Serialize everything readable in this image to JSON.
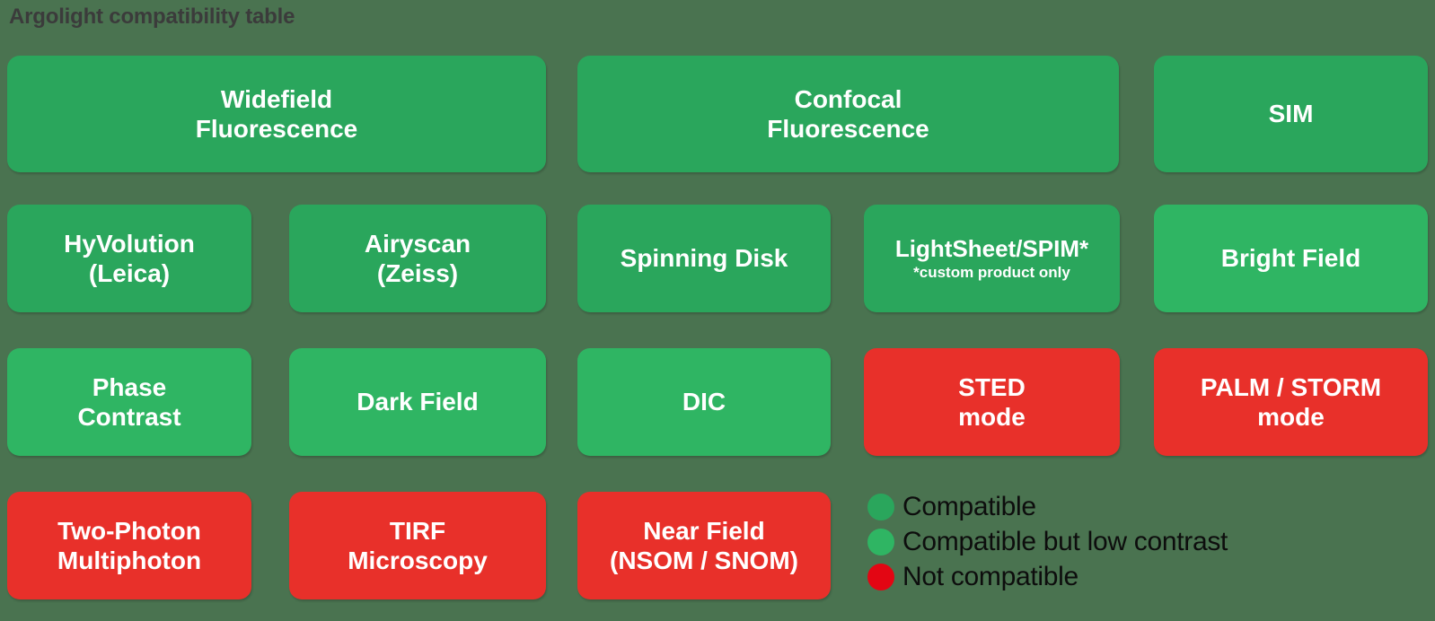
{
  "page": {
    "title": "Argolight compatibility table",
    "background_color": "#4a7350"
  },
  "colors": {
    "compatible": "#2aa65c",
    "compatible_low_contrast": "#2fb563",
    "not_compatible": "#e8302a",
    "text_on_box": "#ffffff",
    "title_color": "#3b3b3b",
    "legend_text_color": "#0d0d0d"
  },
  "rows": [
    {
      "name": "header-row",
      "cells": [
        {
          "line1": "Widefield",
          "line2": "Fluorescence",
          "status": "compatible"
        },
        {
          "line1": "Confocal",
          "line2": "Fluorescence",
          "status": "compatible"
        },
        {
          "line1": "SIM",
          "line2": "",
          "status": "compatible"
        }
      ]
    },
    {
      "name": "techniques-row-1",
      "cells": [
        {
          "line1": "HyVolution",
          "line2": "(Leica)",
          "status": "compatible"
        },
        {
          "line1": "Airyscan",
          "line2": "(Zeiss)",
          "status": "compatible"
        },
        {
          "line1": "Spinning Disk",
          "line2": "",
          "status": "compatible"
        },
        {
          "line1": "LightSheet/SPIM*",
          "line2": "",
          "note": "*custom product only",
          "status": "compatible"
        },
        {
          "line1": "Bright Field",
          "line2": "",
          "status": "compatible_low_contrast"
        }
      ]
    },
    {
      "name": "techniques-row-2",
      "cells": [
        {
          "line1": "Phase",
          "line2": "Contrast",
          "status": "compatible_low_contrast"
        },
        {
          "line1": "Dark Field",
          "line2": "",
          "status": "compatible_low_contrast"
        },
        {
          "line1": "DIC",
          "line2": "",
          "status": "compatible_low_contrast"
        },
        {
          "line1": "STED",
          "line2": "mode",
          "status": "not_compatible"
        },
        {
          "line1": "PALM / STORM",
          "line2": "mode",
          "status": "not_compatible"
        }
      ]
    },
    {
      "name": "techniques-row-3",
      "cells": [
        {
          "line1": "Two-Photon",
          "line2": "Multiphoton",
          "status": "not_compatible"
        },
        {
          "line1": "TIRF",
          "line2": "Microscopy",
          "status": "not_compatible"
        },
        {
          "line1": "Near Field",
          "line2": "(NSOM / SNOM)",
          "status": "not_compatible"
        }
      ]
    }
  ],
  "legend": {
    "items": [
      {
        "label": "Compatible",
        "color": "#2aa65c",
        "status": "compatible"
      },
      {
        "label": "Compatible but low contrast",
        "color": "#2fb563",
        "status": "compatible_low_contrast"
      },
      {
        "label": "Not compatible",
        "color": "#e30613",
        "status": "not_compatible"
      }
    ]
  }
}
